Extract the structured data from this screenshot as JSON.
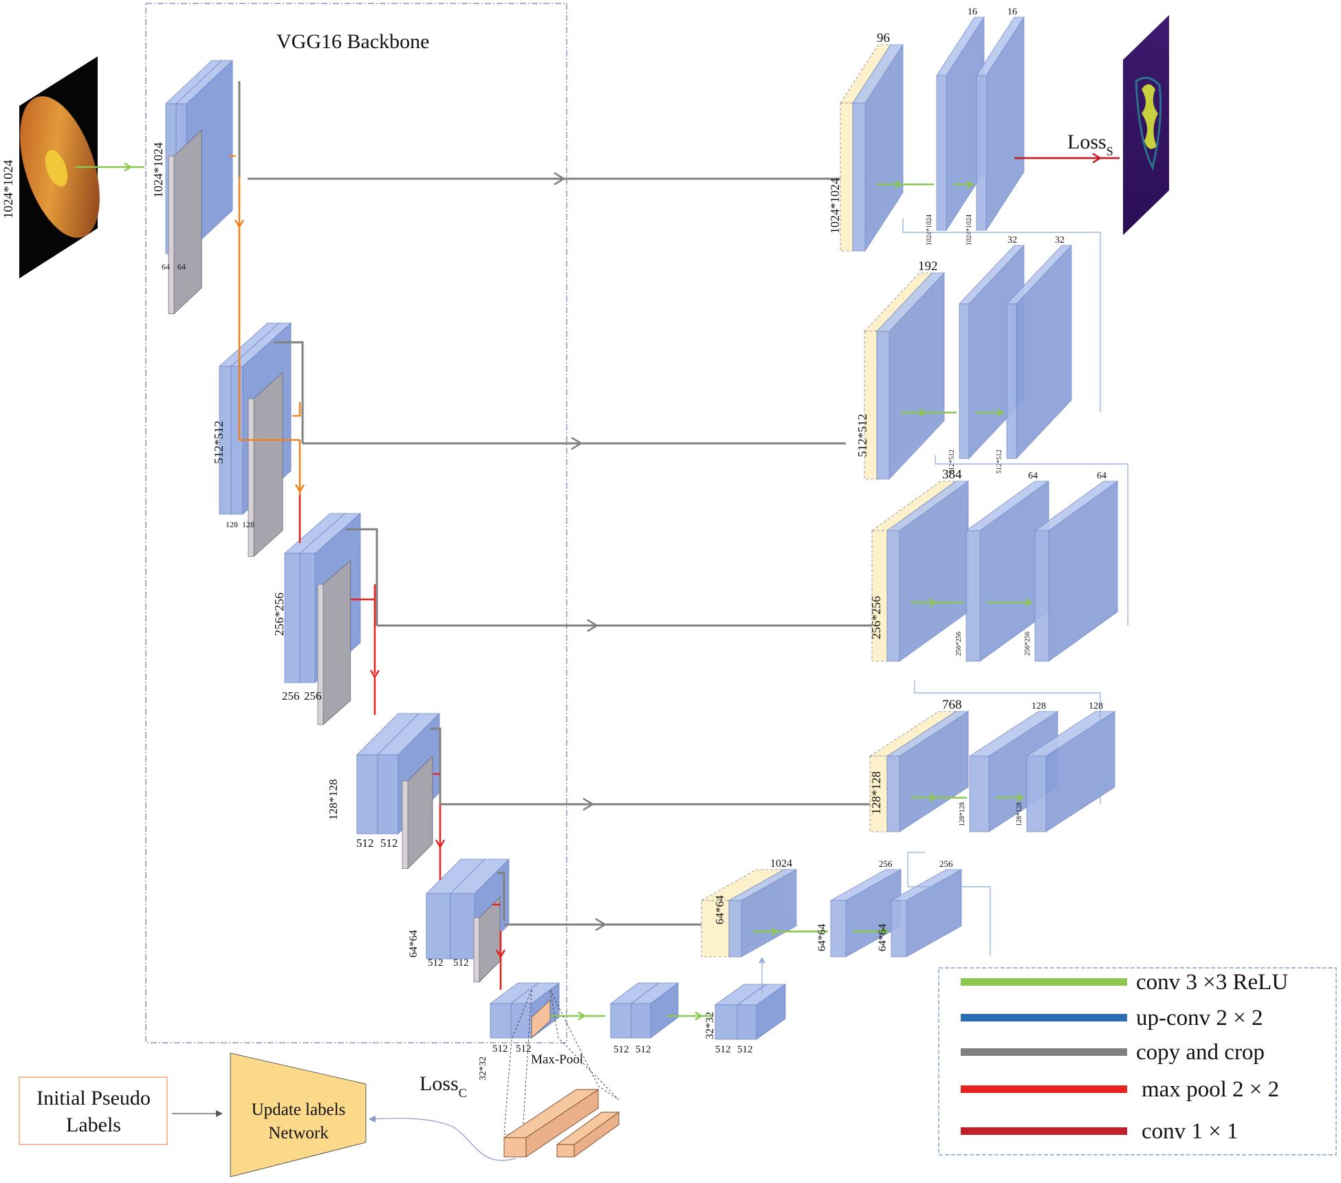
{
  "backbone_title": "VGG16 Backbone",
  "input": {
    "size_label": "1024*1024"
  },
  "colors": {
    "green": "#8cc850",
    "blue": "#2b6cb4",
    "gray": "#808080",
    "red": "#e8231e",
    "darkred": "#c0202a",
    "orange": "#f0821e",
    "block_blue": "#a4b8e6",
    "cream": "#fdf1cc",
    "pink": "#f5c09a"
  },
  "encoder": [
    {
      "size": "1024*1024",
      "channels": [
        "64",
        "64"
      ]
    },
    {
      "size": "512*512",
      "channels": [
        "128",
        "128"
      ]
    },
    {
      "size": "256*256",
      "channels": [
        "256",
        "256"
      ]
    },
    {
      "size": "128*128",
      "channels": [
        "512",
        "512"
      ]
    },
    {
      "size": "64*64",
      "channels": [
        "512",
        "512"
      ]
    },
    {
      "size": "32*32",
      "channels": [
        "512",
        "512"
      ]
    }
  ],
  "bottleneck": [
    {
      "channels": [
        "512",
        "512"
      ]
    },
    {
      "size": "32*32",
      "channels": [
        "512",
        "512"
      ]
    }
  ],
  "decoder": [
    {
      "size": "1024*1024",
      "concat": "96",
      "out": [
        "16",
        "16"
      ],
      "inner": [
        "1024*1024",
        "1024*1024"
      ]
    },
    {
      "size": "512*512",
      "concat": "192",
      "out": [
        "32",
        "32"
      ],
      "inner": [
        "512*512",
        "512*512"
      ]
    },
    {
      "size": "256*256",
      "concat": "384",
      "out": [
        "64",
        "64"
      ],
      "inner": [
        "256*256",
        "256*256"
      ]
    },
    {
      "size": "128*128",
      "concat": "768",
      "out": [
        "128",
        "128"
      ],
      "inner": [
        "128*128",
        "128*128"
      ]
    },
    {
      "size": "64*64",
      "concat": "1024",
      "out": [
        "256",
        "256"
      ],
      "inner": [
        "64*64",
        "64*64"
      ]
    }
  ],
  "maxpool_label": "Max-Pool",
  "loss_s": {
    "base": "Loss",
    "sub": "S"
  },
  "loss_c": {
    "base": "Loss",
    "sub": "C"
  },
  "pseudo_labels": [
    "Initial Pseudo",
    "Labels"
  ],
  "update_network": [
    "Update labels",
    "Network"
  ],
  "legend": [
    {
      "label": "conv 3 ×3 ReLU",
      "color": "#8cc850"
    },
    {
      "label": "up-conv 2 × 2",
      "color": "#2b6cb4"
    },
    {
      "label": "copy and crop",
      "color": "#808080"
    },
    {
      "label": "max pool 2 × 2",
      "color": "#e8231e"
    },
    {
      "label": "conv 1 × 1",
      "color": "#c0202a"
    }
  ]
}
